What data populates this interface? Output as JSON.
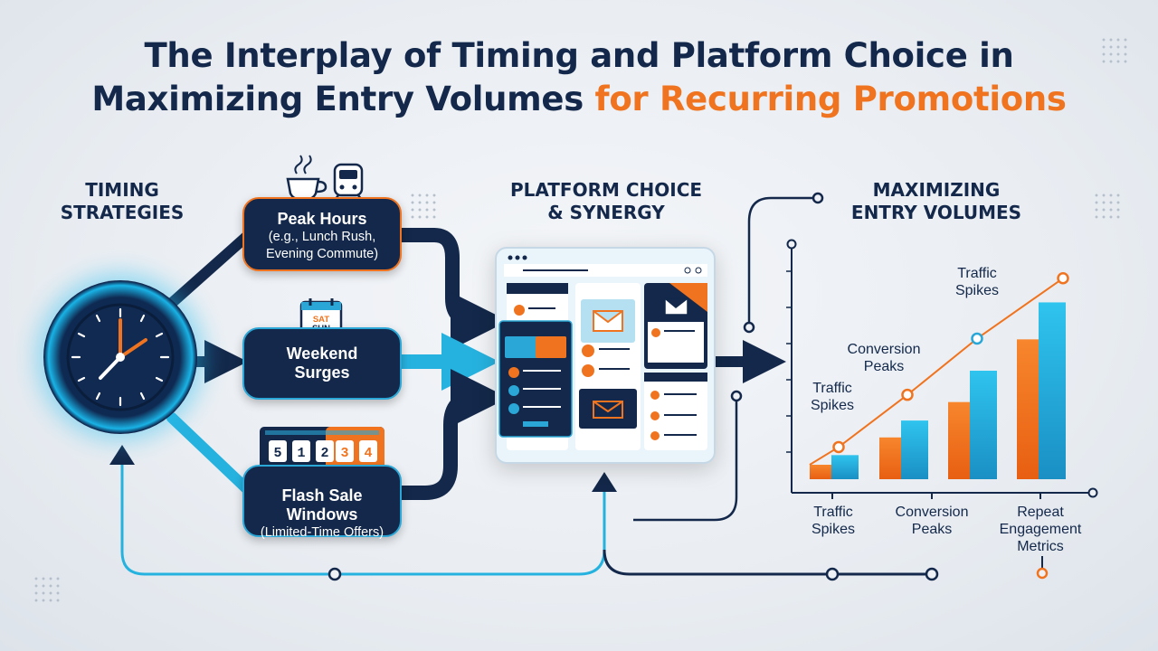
{
  "title": {
    "line1": "The Interplay of Timing and Platform Choice in",
    "line2_main": "Maximizing Entry Volumes ",
    "line2_accent": "for Recurring Promotions"
  },
  "sections": {
    "timing": {
      "line1": "TIMING",
      "line2": "STRATEGIES"
    },
    "platform": {
      "line1": "PLATFORM CHOICE",
      "line2": "& SYNERGY"
    },
    "maximizing": {
      "line1": "MAXIMIZING",
      "line2": "ENTRY VOLUMES"
    }
  },
  "strategies": [
    {
      "main": "Peak Hours",
      "sub1": "(e.g., Lunch Rush,",
      "sub2": "Evening Commute)",
      "icons": [
        "coffee-cup-icon",
        "train-icon"
      ]
    },
    {
      "main": "Weekend",
      "sub1": "Surges",
      "icons": [
        "calendar-icon"
      ],
      "calendar_text": "SAT SUN"
    },
    {
      "main": "Flash Sale Windows",
      "sub1": "(Limited-Time Offers)",
      "icons": [
        "countdown-timer-icon"
      ],
      "countdown_digits": [
        "5",
        "1",
        "2",
        "3",
        "4"
      ]
    }
  ],
  "chart_annotations": {
    "curve_labels": [
      {
        "line1": "Traffic",
        "line2": "Spikes"
      },
      {
        "line1": "Conversion",
        "line2": "Peaks"
      },
      {
        "line1": "Traffic",
        "line2": "Spikes"
      }
    ]
  },
  "chart_data": {
    "type": "bar",
    "title": "",
    "categories": [
      "Traffic\nSpikes",
      "Conversion\nPeaks",
      "",
      "Repeat\nEngagement\nMetrics"
    ],
    "category_labels": [
      {
        "line1": "Traffic",
        "line2": "Spikes",
        "line3": ""
      },
      {
        "line1": "Conversion",
        "line2": "Peaks",
        "line3": ""
      },
      {
        "line1": "Repeat",
        "line2": "Engagement",
        "line3": "Metrics"
      }
    ],
    "series": [
      {
        "values": [
          1.8,
          5.2,
          9.6,
          17.4
        ]
      },
      {
        "values": [
          3.0,
          7.3,
          13.5,
          22.0
        ]
      }
    ],
    "trend_line": [
      4.0,
      10.5,
      17.5,
      25.0
    ],
    "ylim": [
      0,
      27
    ],
    "grid": false
  },
  "colors": {
    "navy": "#13284a",
    "orange": "#f0741f",
    "cyan": "#2aa7d6",
    "bg": "#eef1f5"
  }
}
